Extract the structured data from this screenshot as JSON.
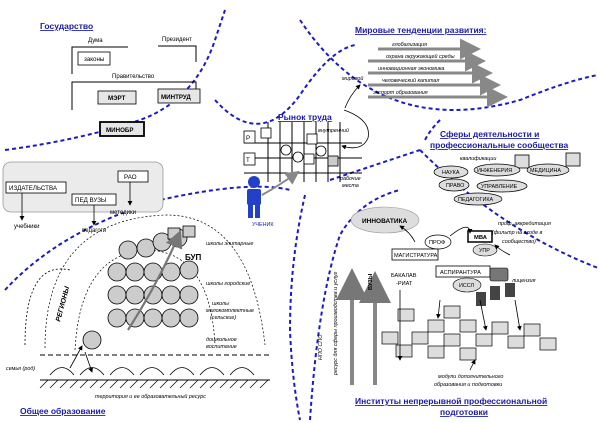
{
  "section_titles": {
    "state": "Государство",
    "world_trends": "Мировые тенденции развития:",
    "labor_market": "Рынок труда",
    "professional_spheres": "Сферы деятельности и профессиональные сообщества",
    "general_education": "Общее образование",
    "continuing_education": "Институты непрерывной профессиональной подготовки"
  },
  "state": {
    "duma": "Дума",
    "president": "Президент",
    "laws": "законы",
    "government": "Правительство",
    "mert": "МЭРТ",
    "mintrud": "МИНТРУД",
    "minobr": "МИНОБР"
  },
  "publishing": {
    "publishers": "ИЗДАТЕЛЬСТВА",
    "rao": "РАО",
    "ped_universities": "ПЕД ВУЗЫ",
    "methods": "методики",
    "teachers": "педагоги",
    "textbooks": "учебники"
  },
  "world_trends": {
    "items": [
      "глобализация",
      "охрана окружающей среды",
      "инновационная экономика",
      "человеческий капитал",
      "экспорт образования"
    ],
    "world_label": "мировой"
  },
  "labor_market": {
    "row_p": "Р",
    "row_t": "Т",
    "internal": "внутренний",
    "workplaces": "рабочие места",
    "student": "УЧЕНИК"
  },
  "professional": {
    "qualifications": "квалификации",
    "nodes": [
      "НАУКА",
      "ИНЖЕНЕРИЯ",
      "МЕДИЦИНА",
      "ПРАВО",
      "УПРАВЛЕНИЕ",
      "ПЕДАГОГИКА"
    ],
    "accreditation": "проф. аккредитация (фильтр на входе в сообщество)"
  },
  "general_education": {
    "bup": "БУП",
    "regions": "РЕГИОНЫ",
    "elite_schools": "школы элитарные",
    "city_schools": "школы городские",
    "small_schools": "школы малокомплектные (сельские)",
    "preschool": "дошкольное воспитание",
    "family": "семья (род)",
    "territory": "территория и ее образовательный ресурс"
  },
  "continuing_education": {
    "innovatics": "ИННОВАТИКА",
    "prof": "ПРОФ",
    "mba": "МВА",
    "magistracy": "МАГИСТРАТУРА",
    "bachelor_line1": "БАКАЛАВ",
    "bachelor_line2": "-РИАТ",
    "aspirantura": "АСПИРАНТУРА",
    "upr": "УПР",
    "issl": "ИССЛ",
    "license": "лицензия",
    "vuzy": "ВУЗЫ",
    "spo": "НПО СПО",
    "resource": "ресурс для сферы производства и услуг",
    "modules": "модули дополнительного образования и подготовки"
  }
}
